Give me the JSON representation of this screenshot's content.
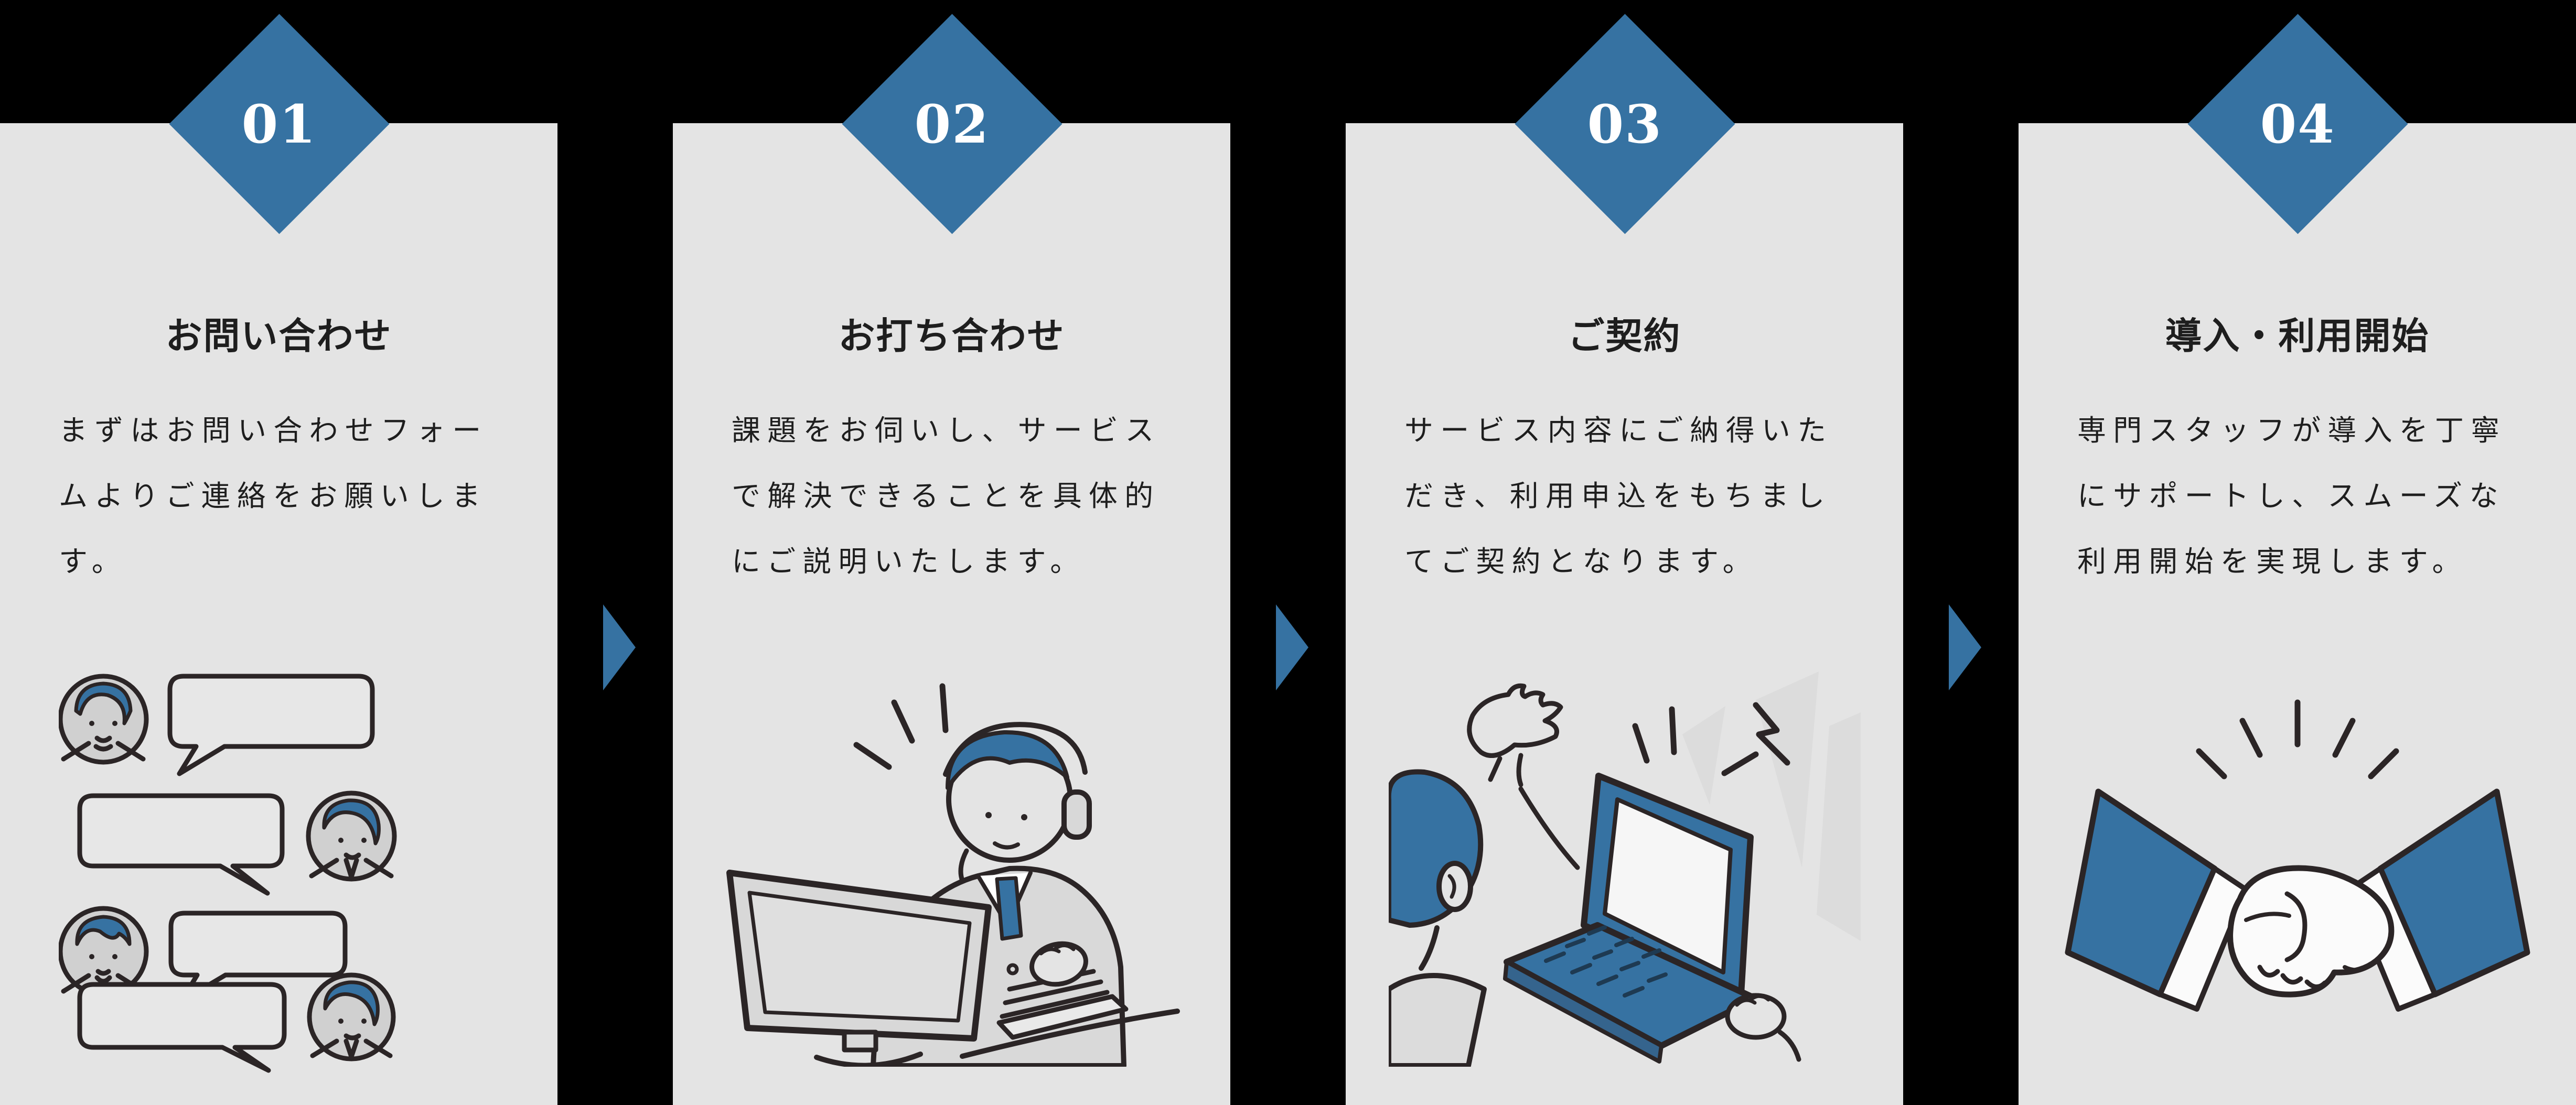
{
  "diagram": {
    "type": "horizontal-process-flow",
    "step_count": 4,
    "colors": {
      "background": "#000000",
      "card_bg": "#E4E4E4",
      "accent_blue": "#3672A2",
      "illustration_outline": "#2B2526",
      "text": "#1E1E1E",
      "number_text": "#FFFFFF"
    }
  },
  "steps": [
    {
      "number": "01",
      "title": "お問い合わせ",
      "body_lines": [
        "まずはお問い合わせフォー",
        "ムよりご連絡をお願いしま",
        "す。"
      ],
      "illustration": "chat-conversation"
    },
    {
      "number": "02",
      "title": "お打ち合わせ",
      "body_lines": [
        "課題をお伺いし、サービス",
        "で解決できることを具体的",
        "にご説明いたします。"
      ],
      "illustration": "support-agent-at-desk"
    },
    {
      "number": "03",
      "title": "ご契約",
      "body_lines": [
        "サービス内容にご納得いた",
        "だき、利用申込をもちまし",
        "てご契約となります。"
      ],
      "illustration": "laptop-presentation"
    },
    {
      "number": "04",
      "title": "導入・利用開始",
      "body_lines": [
        "専門スタッフが導入を丁寧",
        "にサポートし、スムーズな",
        "利用開始を実現します。"
      ],
      "illustration": "handshake"
    }
  ]
}
